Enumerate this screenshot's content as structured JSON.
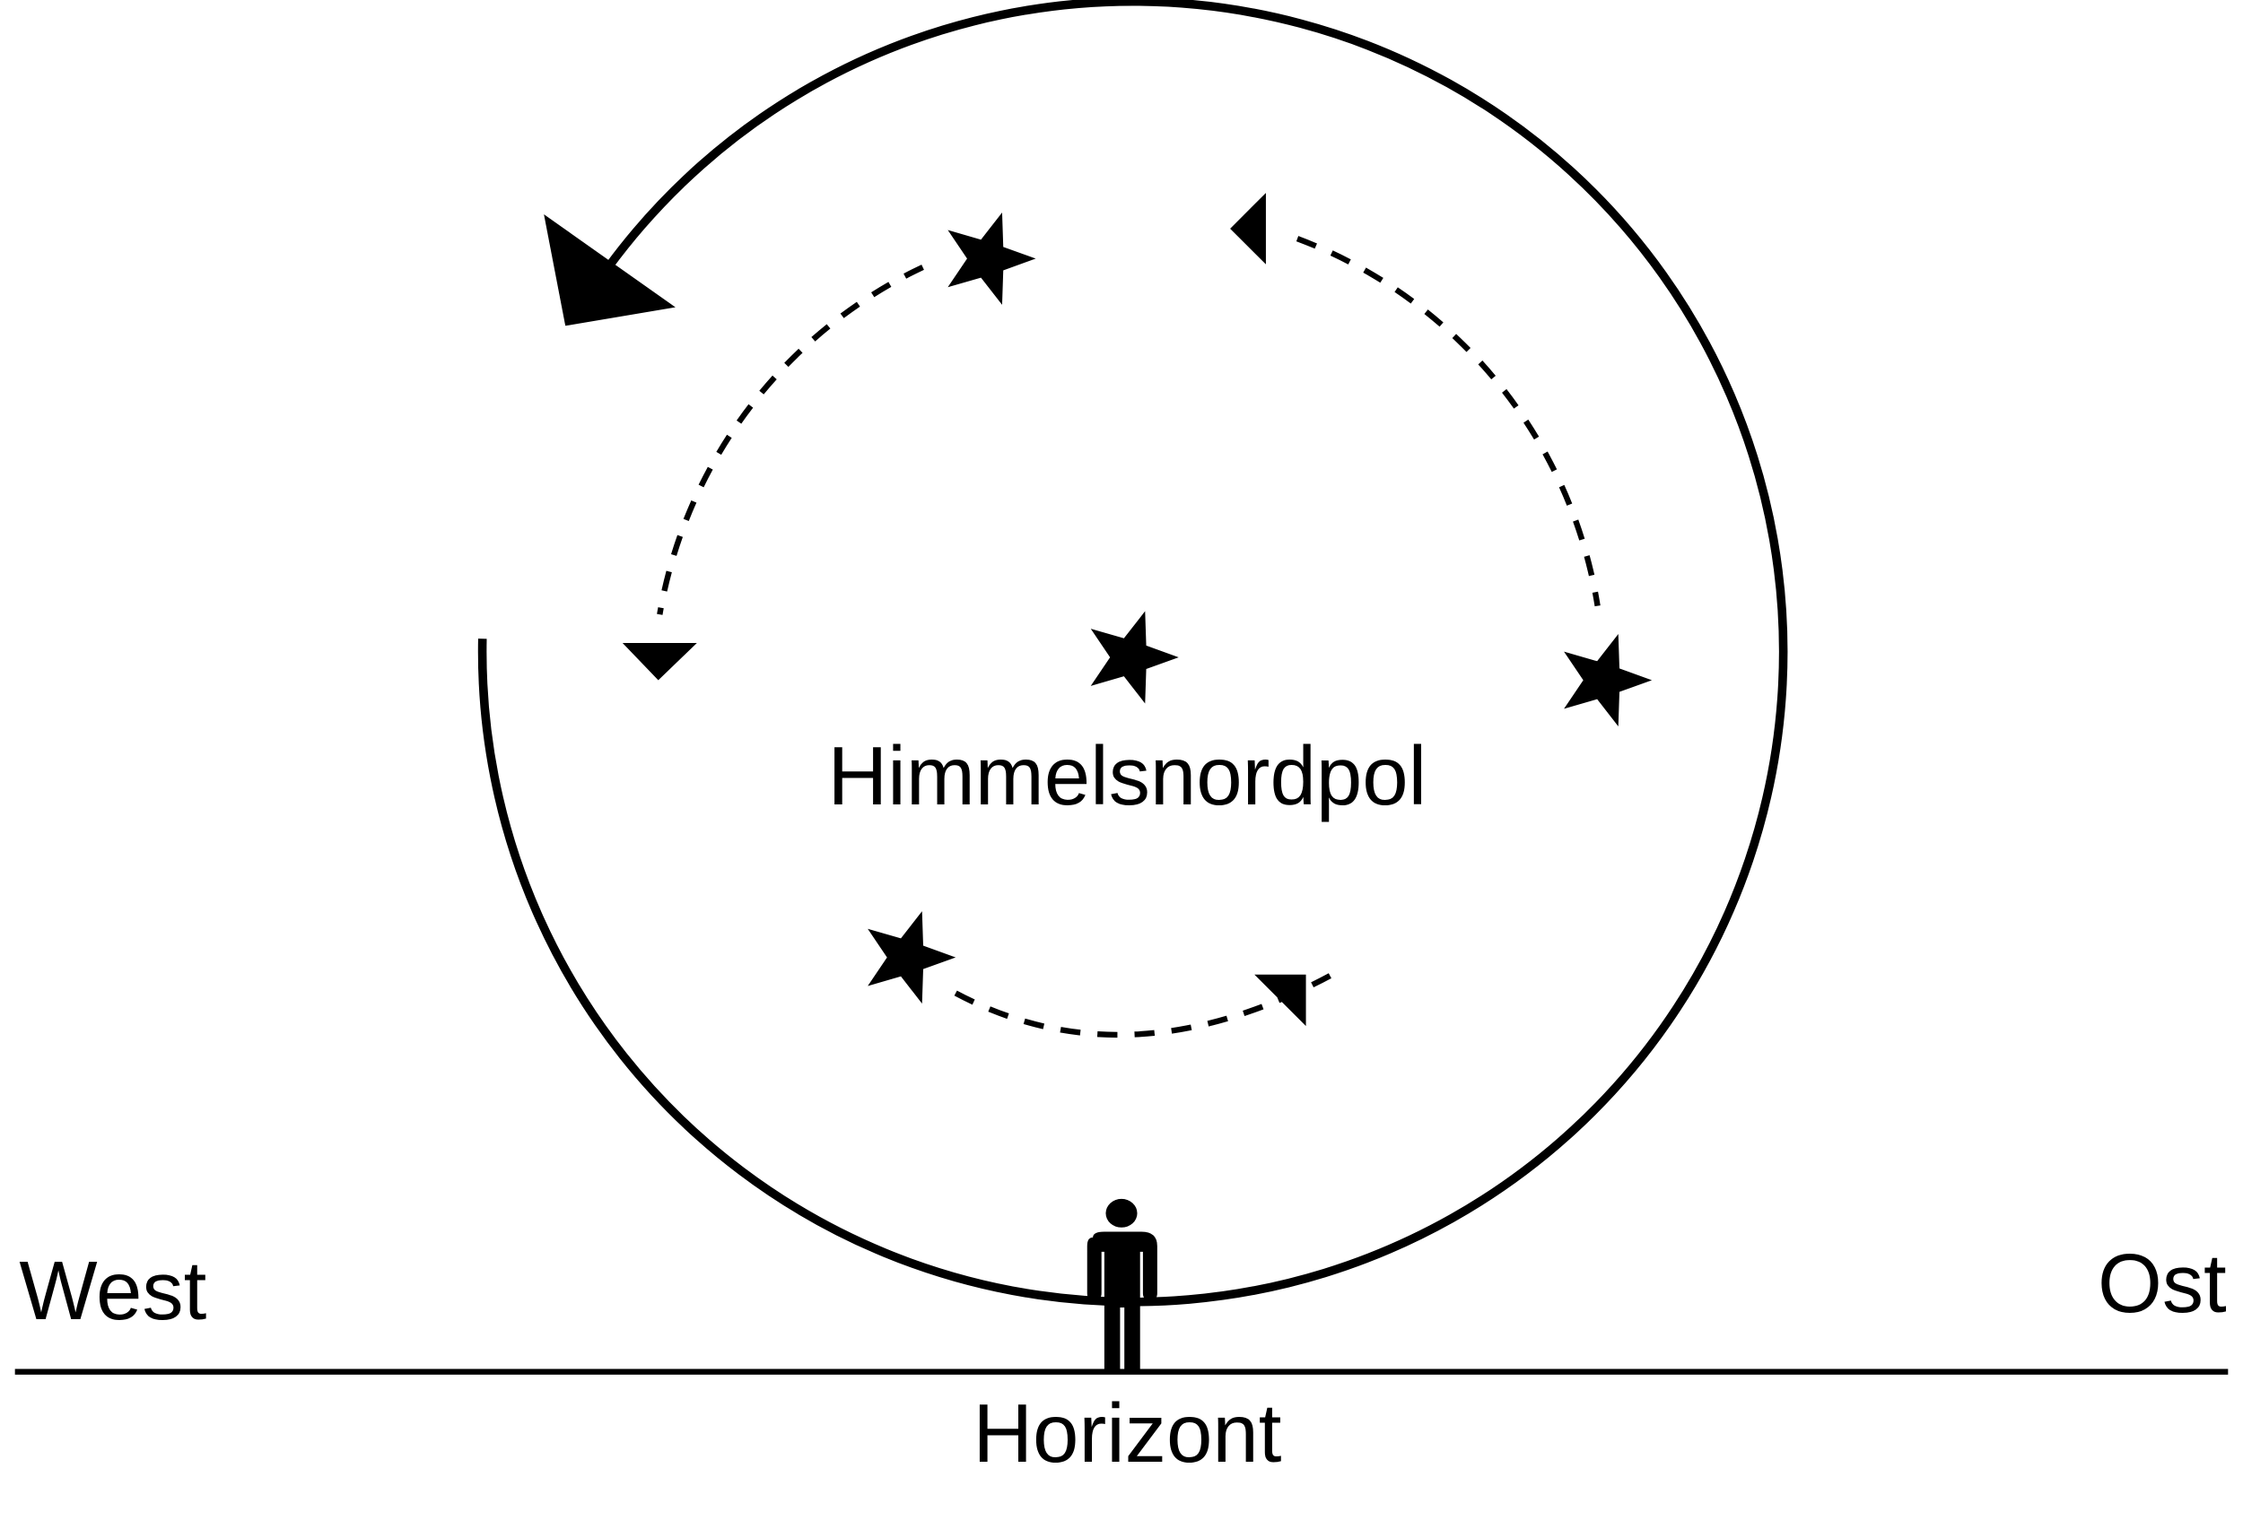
{
  "labels": {
    "pole": "Himmelsnordpol",
    "west": "West",
    "east": "Ost",
    "horizon": "Horizont"
  },
  "colors": {
    "stroke": "#000000",
    "background": "#ffffff"
  },
  "icons": [
    "star-icon",
    "person-icon",
    "arrowhead-icon"
  ]
}
